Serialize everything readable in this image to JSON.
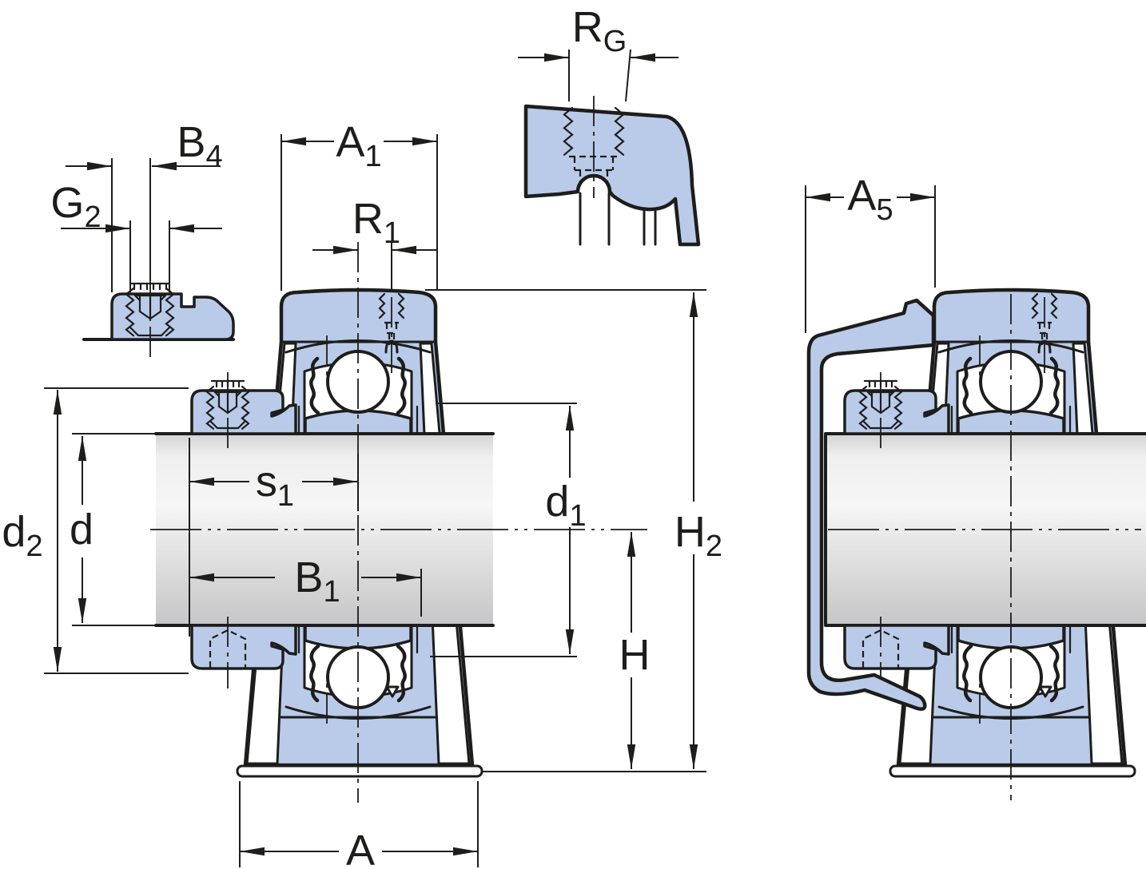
{
  "drawing": {
    "type": "technical-dimension-drawing",
    "subject": "ball bearing plummer block units (front section view, side view with end cover, locking-collar detail, grease-thread detail)",
    "labels": {
      "B4": {
        "main": "B",
        "sub": "4"
      },
      "G2": {
        "main": "G",
        "sub": "2"
      },
      "A1": {
        "main": "A",
        "sub": "1"
      },
      "R1": {
        "main": "R",
        "sub": "1"
      },
      "RG": {
        "main": "R",
        "sub": "G"
      },
      "A5": {
        "main": "A",
        "sub": "5"
      },
      "d2": {
        "main": "d",
        "sub": "2"
      },
      "d": {
        "main": "d",
        "sub": ""
      },
      "s1": {
        "main": "s",
        "sub": "1"
      },
      "B1": {
        "main": "B",
        "sub": "1"
      },
      "d1": {
        "main": "d",
        "sub": "1"
      },
      "H": {
        "main": "H",
        "sub": ""
      },
      "H2": {
        "main": "H",
        "sub": "2"
      },
      "A": {
        "main": "A",
        "sub": ""
      }
    },
    "colors": {
      "part_fill": "#b9cbe9",
      "outline": "#1d1d1b",
      "shaft_light": "#f6f6f6",
      "shaft_dark": "#c6c6c8",
      "background": "#ffffff"
    }
  }
}
